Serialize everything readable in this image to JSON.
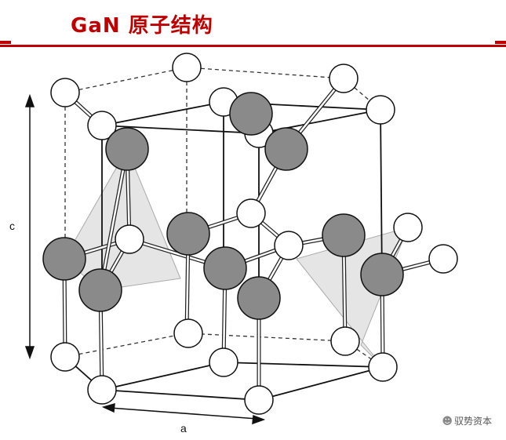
{
  "header": {
    "title": "GaN 原子结构",
    "accent_color": "#c00000"
  },
  "diagram": {
    "dimension_c_label": "c",
    "dimension_a_label": "a",
    "ga_atom_color": "#8a8a8a",
    "n_atom_color": "#ffffff",
    "tetrahedron_color": "#cfcfcf"
  },
  "watermark": {
    "text": "驭势资本",
    "icon": "wechat-icon"
  }
}
